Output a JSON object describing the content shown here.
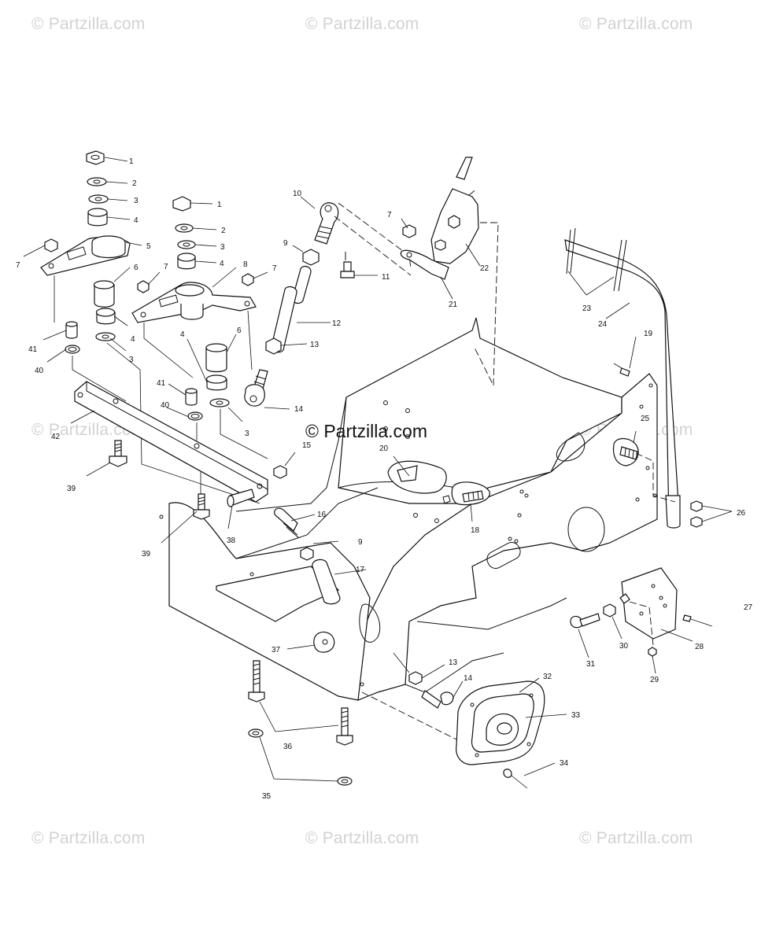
{
  "watermarks": {
    "top_left": "© Partzilla.com",
    "top_center": "© Partzilla.com",
    "top_right": "© Partzilla.com",
    "mid_left": "© Partzilla.com",
    "mid_right": "© Partzilla.com",
    "bottom_left": "© Partzilla.com",
    "bottom_center": "© Partzilla.com",
    "bottom_right": "© Partzilla.com"
  },
  "center_watermark": "© Partzilla.com",
  "callouts": {
    "c1a": "1",
    "c2a": "2",
    "c3a": "3",
    "c4a": "4",
    "c5": "5",
    "c6a": "6",
    "c7a": "7",
    "c41a": "41",
    "c40a": "40",
    "c4b": "4",
    "c3b": "3",
    "c1b": "1",
    "c2b": "2",
    "c3c": "3",
    "c4c": "4",
    "c7b": "7",
    "c8": "8",
    "c7c": "7",
    "c6b": "6",
    "c4d": "4",
    "c41b": "41",
    "c40b": "40",
    "c3d": "3",
    "c10": "10",
    "c9a": "9",
    "c11": "11",
    "c12": "12",
    "c13a": "13",
    "c14a": "14",
    "c7d": "7",
    "c22": "22",
    "c21": "21",
    "c23": "23",
    "c24": "24",
    "c19": "19",
    "c42": "42",
    "c39a": "39",
    "c39b": "39",
    "c38": "38",
    "c15": "15",
    "c16": "16",
    "c9b": "9",
    "c17": "17",
    "c20": "20",
    "c18": "18",
    "c25": "25",
    "c26": "26",
    "c27": "27",
    "c28": "28",
    "c29": "29",
    "c30": "30",
    "c31": "31",
    "c37": "37",
    "c13b": "13",
    "c14b": "14",
    "c32": "32",
    "c33": "33",
    "c34": "34",
    "c36": "36",
    "c35": "35"
  }
}
